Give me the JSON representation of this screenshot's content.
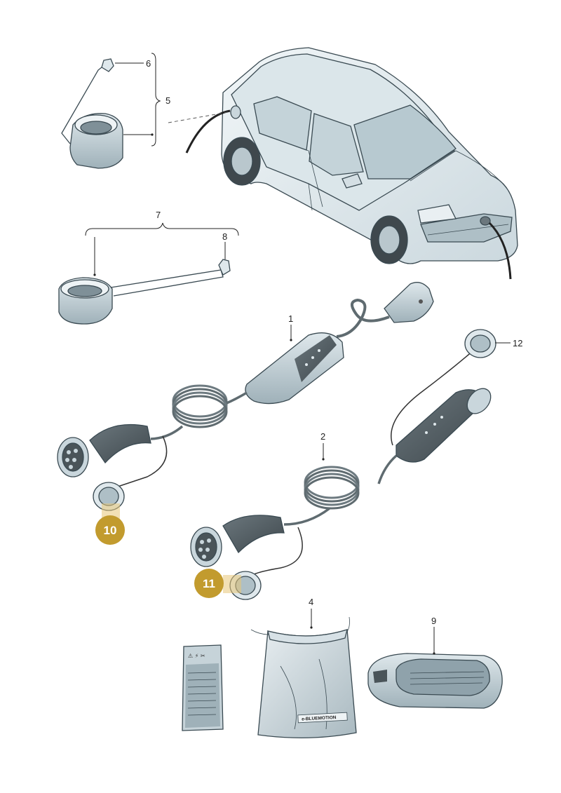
{
  "colors": {
    "body_light": "#e6eef1",
    "body_mid": "#c9d6dc",
    "body_dark": "#8fa2ab",
    "rubber_dark": "#4a5459",
    "line": "#3a4a52",
    "badge": "#c29b2e",
    "highlight": "#e8c778"
  },
  "callouts": {
    "c1": "1",
    "c2": "2",
    "c4": "4",
    "c5": "5",
    "c6": "6",
    "c7": "7",
    "c8": "8",
    "c9": "9",
    "c12": "12"
  },
  "badges": {
    "b10": "10",
    "b11": "11"
  },
  "bag_label": "e-BLUEMOTION"
}
